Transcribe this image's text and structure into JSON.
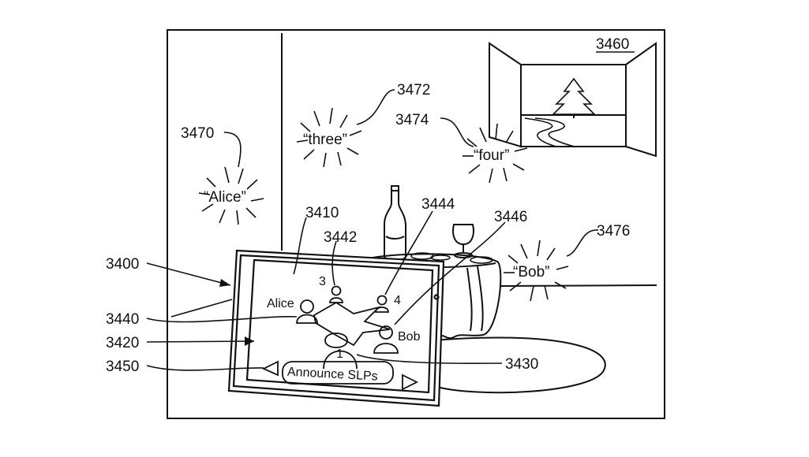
{
  "figure": {
    "ref_numbers": {
      "room": "3460",
      "device": "3400",
      "tap_gesture": "3410",
      "avatar_3": "3442",
      "avatar_4": "3444",
      "avatar_bob": "3446",
      "alice_avatar": "3440",
      "screen": "3420",
      "nav_bar": "3450",
      "user_avatar_1": "3430",
      "speech_alice": "3470",
      "speech_three": "3472",
      "speech_four": "3474",
      "speech_bob": "3476"
    },
    "speech": {
      "alice": "“Alice”",
      "three": "“three”",
      "four": "“four”",
      "bob": "“Bob”"
    },
    "screen": {
      "avatar_alice_name": "Alice",
      "avatar_bob_name": "Bob",
      "avatar_3_number": "3",
      "avatar_4_number": "4",
      "avatar_1_number": "1",
      "announce_button": "Announce SLPs"
    }
  }
}
